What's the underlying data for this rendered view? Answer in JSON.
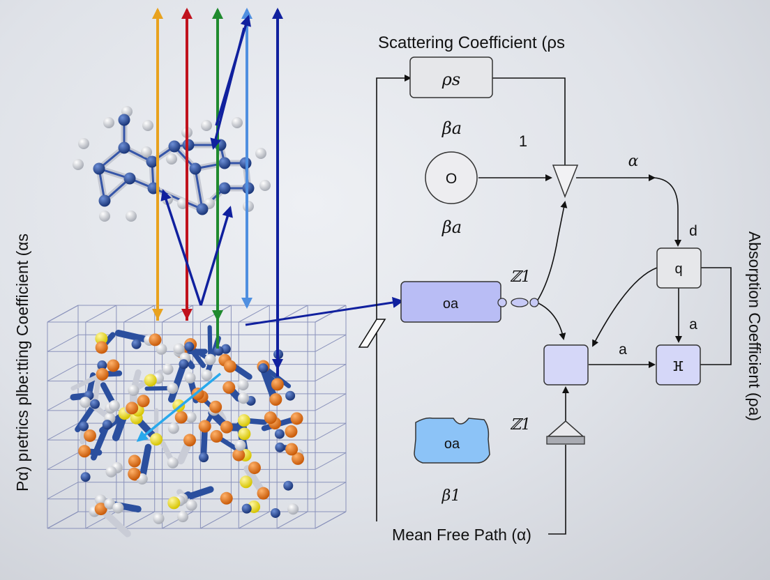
{
  "labels": {
    "title_top": "Scattering Coefficient (ρs",
    "left_vertical": "Pα) pıetrics plbe:tting Coefficient (αs",
    "right_vertical": "Absorption Coefficient (ρa)",
    "bottom": "Mean Free Path (α)",
    "beta_a_1": "βa",
    "beta_a_2": "βa",
    "beta_1": "β1",
    "one": "1",
    "alpha": "α",
    "d": "d",
    "a_vertical": "a",
    "a_horizontal": "a",
    "zeta_1": "ℤ1",
    "zeta_2": "ℤ1"
  },
  "nodes": {
    "rho_s_box": "ρs",
    "circle_o": "O",
    "o_a_box": "oa",
    "o_a_blob": "oa",
    "q_box": "q",
    "h_box": "ⴼ",
    "mid_box": ""
  },
  "colors": {
    "beam_orange": "#e8a21e",
    "beam_red": "#c0121d",
    "beam_green": "#1f8a2e",
    "beam_lightblue": "#4f8fe0",
    "beam_navy": "#10209e",
    "atom_blue": "#22459a",
    "atom_orange": "#e8761a",
    "atom_yellow": "#f2e21a",
    "atom_white": "#eef0f4",
    "box_gray": "#e6e7ea",
    "box_purple": "#b9bdf5",
    "box_light_purple": "#d5d7f8",
    "blob_blue": "#8cc3f7"
  }
}
